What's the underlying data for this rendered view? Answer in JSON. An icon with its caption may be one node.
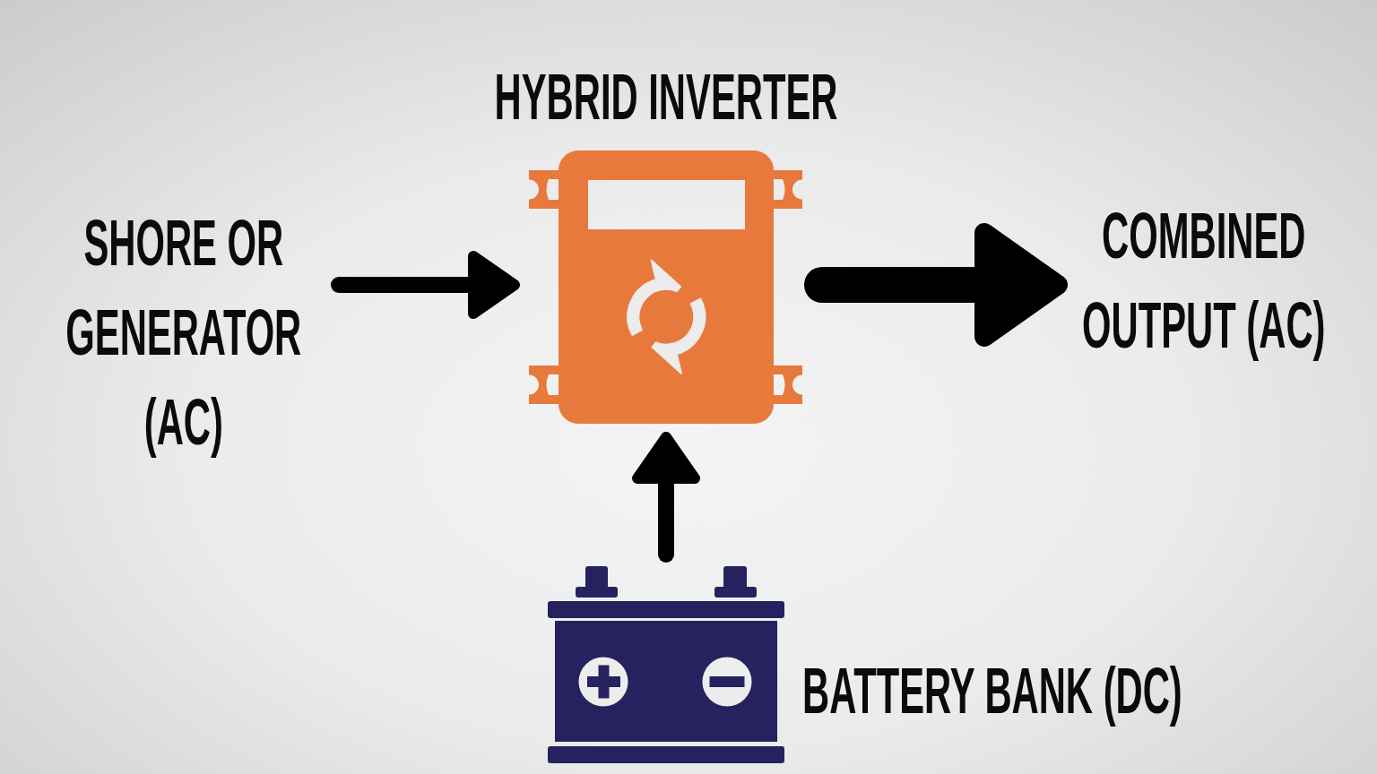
{
  "diagram": {
    "nodes": [
      {
        "text": [
          "SHORE OR GENERATOR (AC)"
        ]
      },
      {
        "text": [
          "HYBRID INVERTER"
        ]
      },
      {
        "text": [
          "COMBINED OUTPUT (AC)"
        ]
      },
      {
        "text": [
          "BATTERY BANK (DC)"
        ]
      }
    ],
    "edges": [
      {
        "from": 0,
        "to": 1,
        "arrow": "to"
      },
      {
        "from": 1,
        "to": 2,
        "arrow": "to",
        "style": "thick"
      },
      {
        "from": 3,
        "to": 1,
        "arrow": "to"
      }
    ]
  }
}
